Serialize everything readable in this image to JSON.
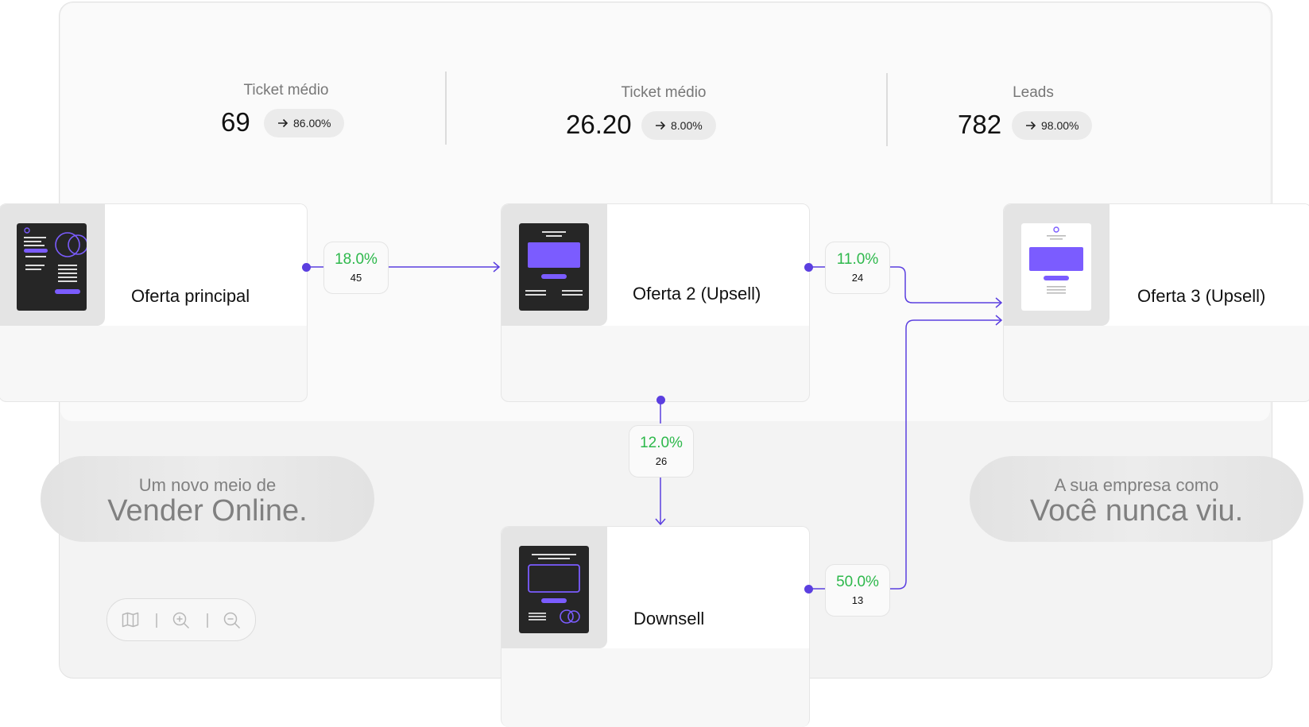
{
  "stats": [
    {
      "label": "Ticket médio",
      "value": "69",
      "change": "86.00%"
    },
    {
      "label": "Ticket médio",
      "value": "26.20",
      "change": "8.00%"
    },
    {
      "label": "Leads",
      "value": "782",
      "change": "98.00%"
    }
  ],
  "nodes": {
    "main": {
      "title": "Oferta principal"
    },
    "upsell2": {
      "title": "Oferta 2 (Upsell)"
    },
    "upsell3": {
      "title": "Oferta 3 (Upsell)"
    },
    "downsell": {
      "title": "Downsell"
    }
  },
  "connections": {
    "main_to_upsell2": {
      "percent": "18.0%",
      "count": "45"
    },
    "upsell2_to_upsell3": {
      "percent": "11.0%",
      "count": "24"
    },
    "upsell2_to_downsell": {
      "percent": "12.0%",
      "count": "26"
    },
    "downsell_to_upsell3": {
      "percent": "50.0%",
      "count": "13"
    }
  },
  "taglines": {
    "left": {
      "small": "Um novo meio de",
      "big": "Vender Online."
    },
    "right": {
      "small": "A sua empresa como",
      "big": "Você nunca viu."
    }
  },
  "icons": {
    "arrow": "arrow-right-icon",
    "map": "map-icon",
    "zoom_in": "zoom-in-icon",
    "zoom_out": "zoom-out-icon"
  },
  "colors": {
    "accent": "#5b3fe0",
    "success": "#2db84b",
    "thumb_dark": "#262626"
  }
}
